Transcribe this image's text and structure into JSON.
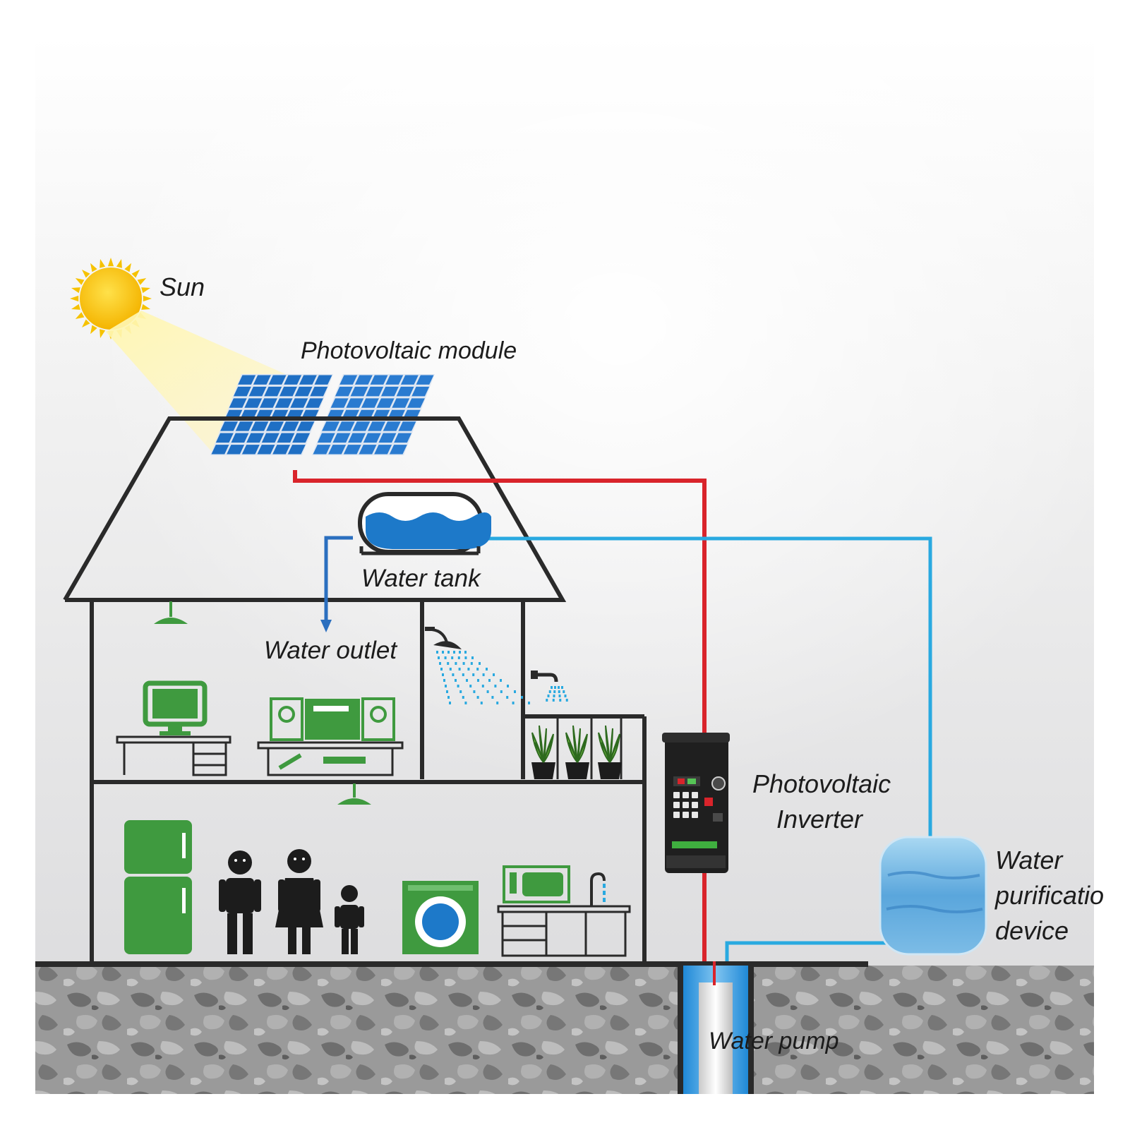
{
  "labels": {
    "sun": "Sun",
    "pv_module": "Photovoltaic module",
    "water_tank": "Water tank",
    "water_outlet": "Water outlet",
    "pv_inverter_line1": "Photovoltaic",
    "pv_inverter_line2": "Inverter",
    "purifier_line1": "Water",
    "purifier_line2": "purificatio",
    "purifier_line3": "device",
    "water_pump": "Water pump"
  },
  "colors": {
    "power_line": "#d9242b",
    "water_line": "#29a9e0",
    "outlet_arrow": "#2b6fbf",
    "appliance_green": "#3f9a3f",
    "sun_yellow": "#f5c400",
    "panel_blue": "#1f6fc4",
    "house_outline": "#2a2a2a",
    "ground_gray": "#8a8a8a"
  },
  "icons": [
    "sun-icon",
    "solar-panel-icon",
    "water-tank-icon",
    "shower-icon",
    "faucet-icon",
    "lamp-icon",
    "monitor-icon",
    "stereo-icon",
    "fridge-icon",
    "family-icon",
    "washing-machine-icon",
    "microwave-icon",
    "plant-icon",
    "inverter-icon",
    "purifier-icon",
    "pump-icon"
  ]
}
